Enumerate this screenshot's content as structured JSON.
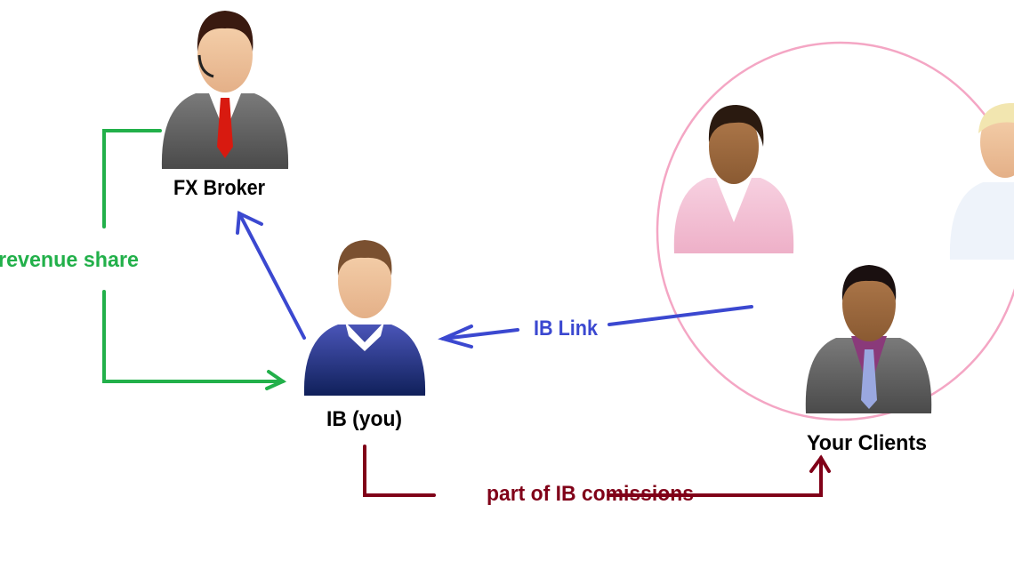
{
  "title": "IB partnership diagram",
  "nodes": {
    "broker": "FX Broker",
    "ib": "IB (you)",
    "clients": "Your Clients"
  },
  "edges": {
    "revenue_share": "revenue share",
    "ib_link": "IB Link",
    "commissions": "part of IB comissions"
  },
  "colors": {
    "green": "#22b04a",
    "blue": "#3b48d0",
    "maroon": "#800018",
    "circle": "#f4a6c4"
  }
}
